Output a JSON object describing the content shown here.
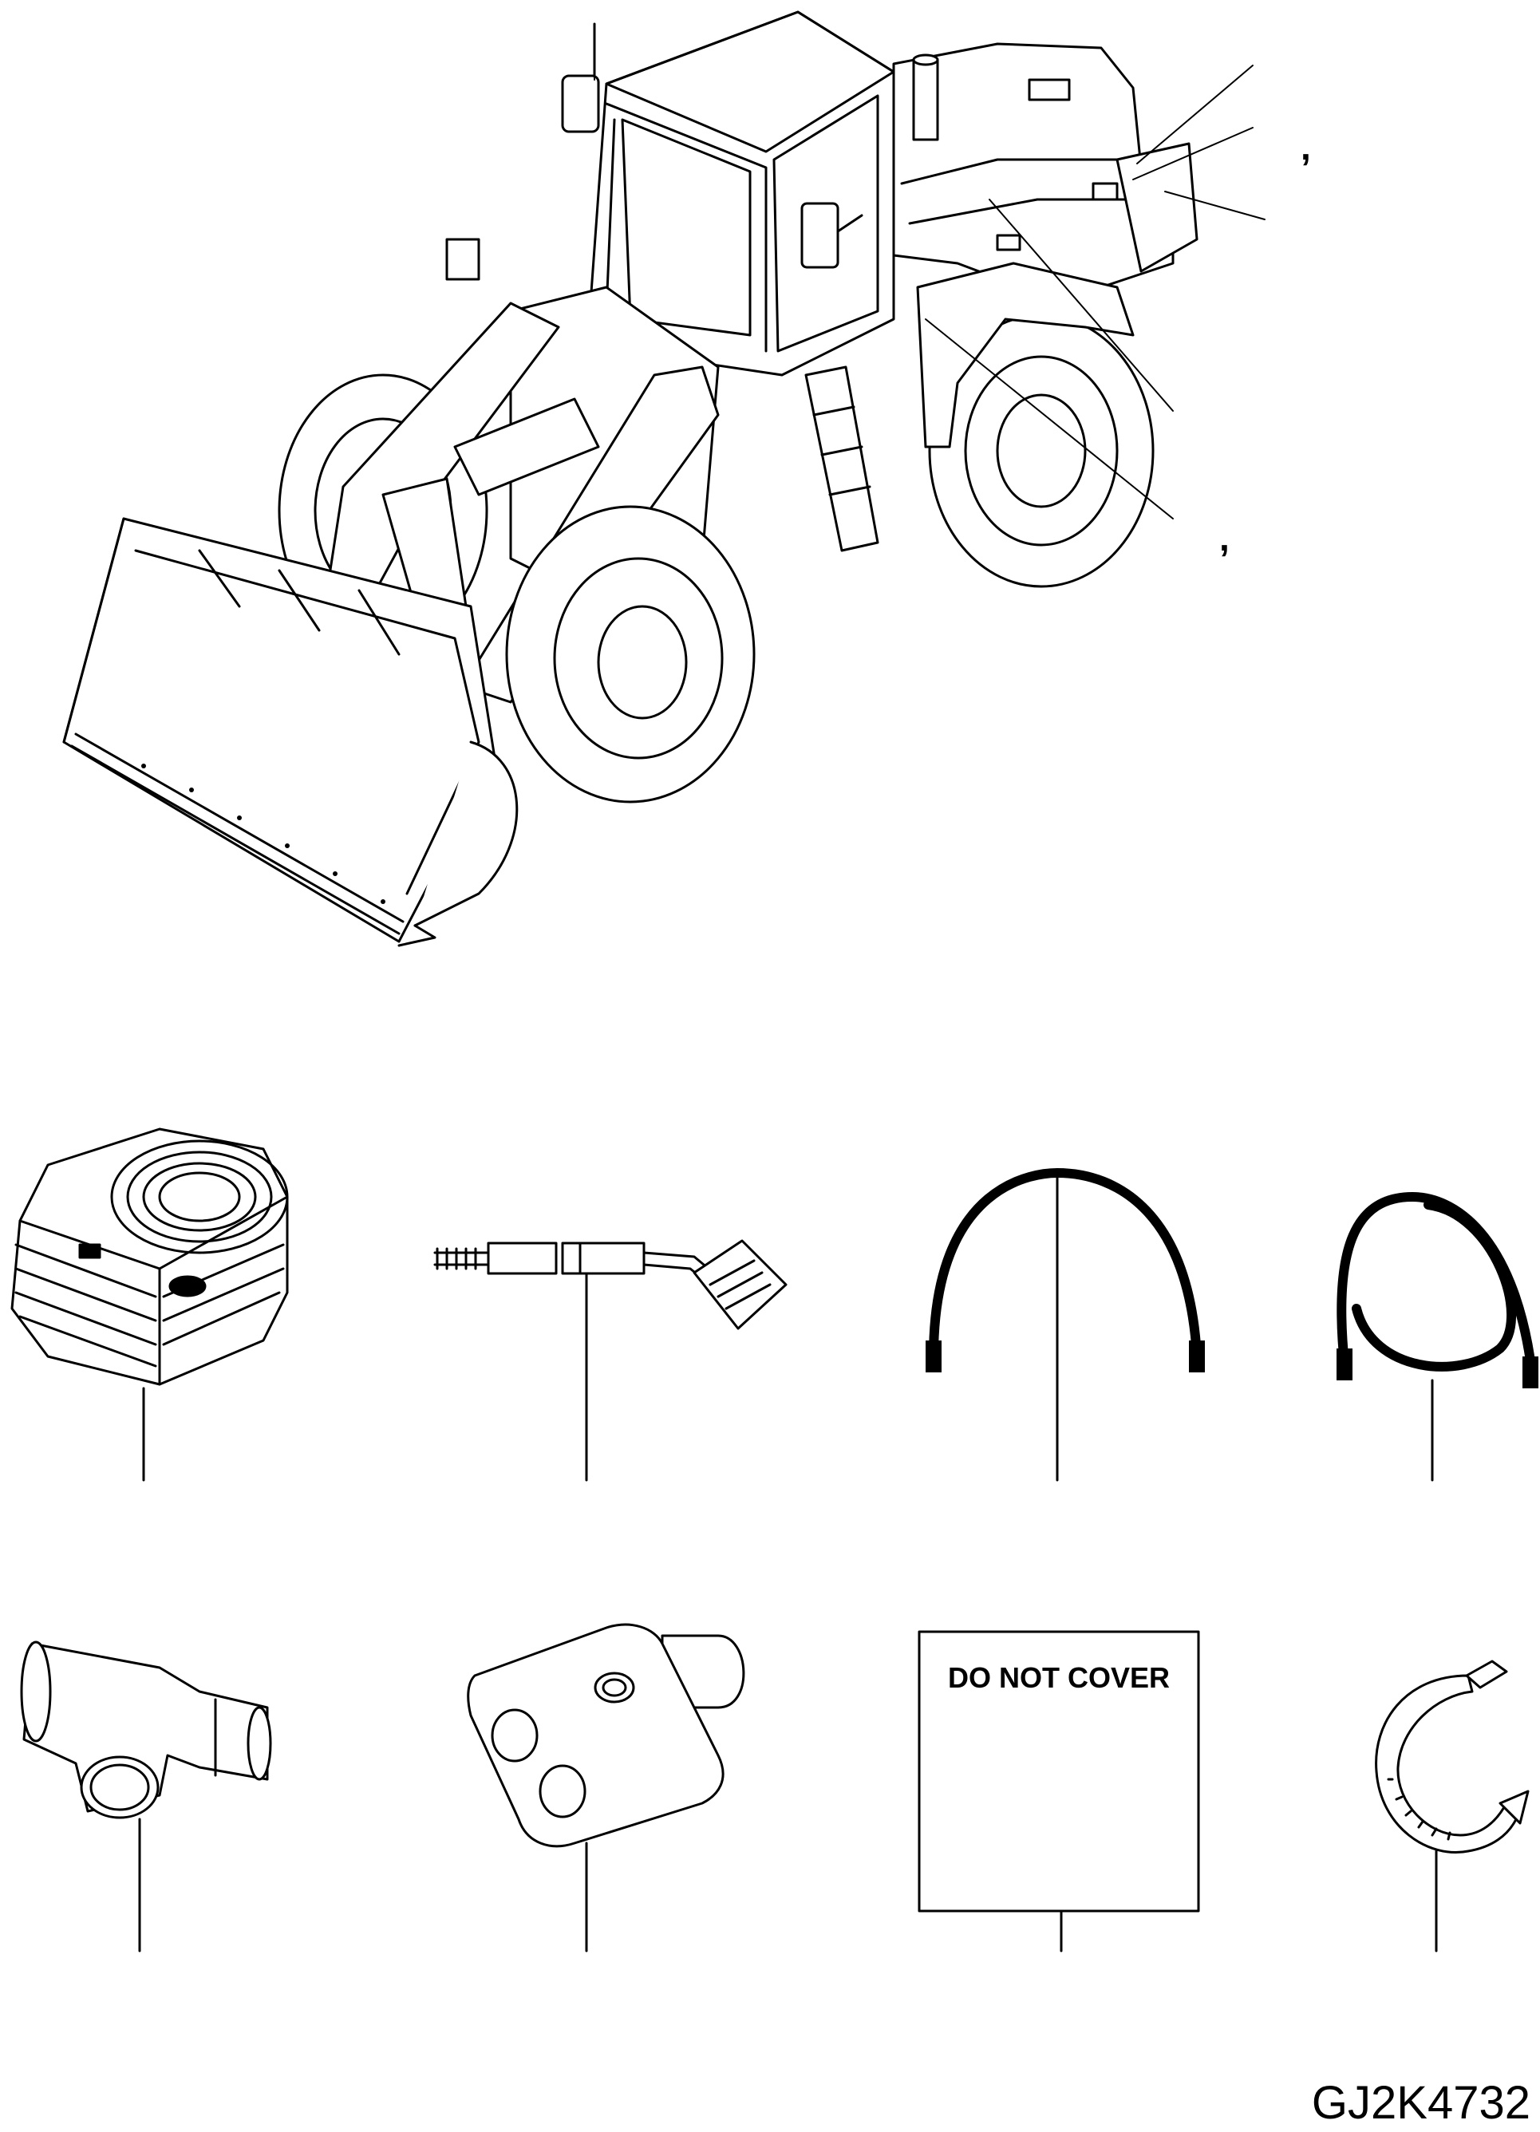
{
  "figure": {
    "drawing_code": "GJ2K4732",
    "sign_text": "DO NOT COVER",
    "comma_marks": [
      ",",
      ","
    ]
  },
  "icons": {
    "machine": "wheel-loader-illustration",
    "heater": "heater-unit-icon",
    "harness": "wiring-harness-icon",
    "hose_short": "coolant-hose-icon",
    "hose_long": "coiled-hose-icon",
    "tee": "pipe-tee-icon",
    "valve": "valve-block-icon",
    "sign": "warning-plate-icon",
    "clamp": "hose-clamp-icon"
  },
  "colors": {
    "line": "#000000",
    "background": "#ffffff"
  }
}
